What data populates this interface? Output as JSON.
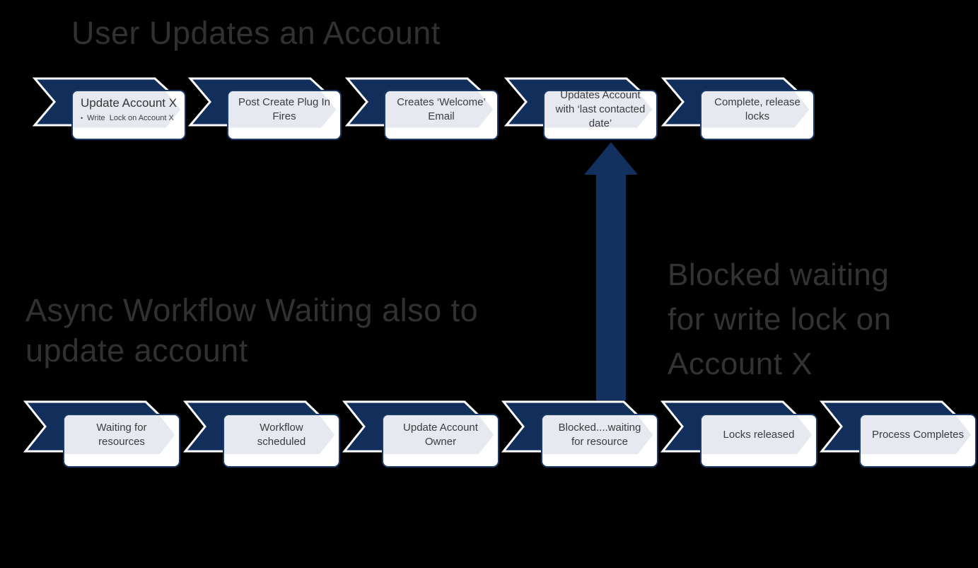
{
  "colors": {
    "background": "#000000",
    "chevron_fill": "#122f5c",
    "chevron_outline": "#ffffff",
    "card_background": "#ffffff",
    "card_border": "#1b3a66",
    "card_arrow_fill": "#e6e9f0",
    "heading_text": "#313131",
    "card_text": "#3c3c3c",
    "blocked_arrow": "#12315f"
  },
  "headings": {
    "top": "User Updates an Account",
    "bottom": "Async Workflow Waiting also to\nupdate account"
  },
  "annotation": {
    "label": "Blocked waiting\nfor write lock on\nAccount X"
  },
  "rows": {
    "top": {
      "items": [
        {
          "title": "Update Account X",
          "bullet": "Write  Lock on Account X"
        },
        {
          "label": "Post Create Plug In\nFires"
        },
        {
          "label": "Creates ‘Welcome’\nEmail"
        },
        {
          "label": "Updates Account\nwith ‘last contacted\ndate’"
        },
        {
          "label": "Complete, release\nlocks"
        }
      ]
    },
    "bottom": {
      "items": [
        {
          "label": "Waiting for\nresources"
        },
        {
          "label": "Workflow\nscheduled"
        },
        {
          "label": "Update Account\nOwner"
        },
        {
          "label": "Blocked....waiting\nfor resource"
        },
        {
          "label": "Locks released"
        },
        {
          "label": "Process Completes"
        }
      ]
    }
  }
}
